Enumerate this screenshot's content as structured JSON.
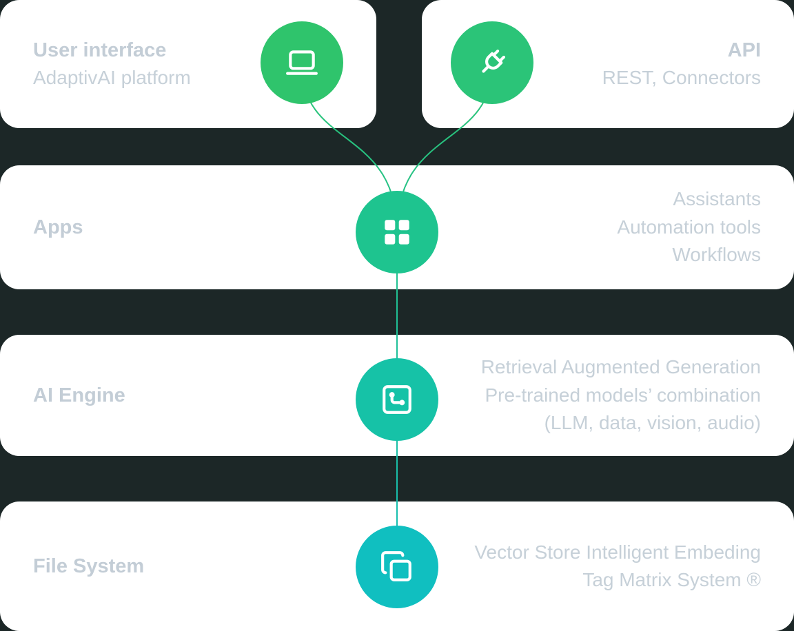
{
  "colors": {
    "background": "#1c2727",
    "card_bg": "#ffffff",
    "title_color": "#c3cdd6",
    "subtitle_color": "#c6d0d8",
    "node_ui": "#2fc46c",
    "node_api": "#2bc478",
    "node_apps": "#1ec48f",
    "node_engine": "#16c2a7",
    "node_files": "#10bfc0",
    "line_start": "#2ec46d",
    "line_end": "#12bdbd",
    "icon_color": "#ffffff"
  },
  "cards": {
    "user_interface": {
      "title": "User interface",
      "subtitle": "AdaptivAI platform",
      "icon": "laptop-icon"
    },
    "api": {
      "title": "API",
      "subtitle": "REST, Connectors",
      "icon": "plug-icon"
    },
    "apps": {
      "title": "Apps",
      "icon": "apps-grid-icon",
      "lines": [
        "Assistants",
        "Automation tools",
        "Workflows"
      ]
    },
    "ai_engine": {
      "title": "AI Engine",
      "icon": "circuit-icon",
      "lines": [
        "Retrieval Augmented Generation",
        "Pre-trained models’ combination",
        "(LLM, data, vision, audio)"
      ]
    },
    "file_system": {
      "title": "File System",
      "icon": "files-icon",
      "lines": [
        "Vector Store Intelligent Embeding",
        "Tag Matrix System ®"
      ]
    }
  }
}
